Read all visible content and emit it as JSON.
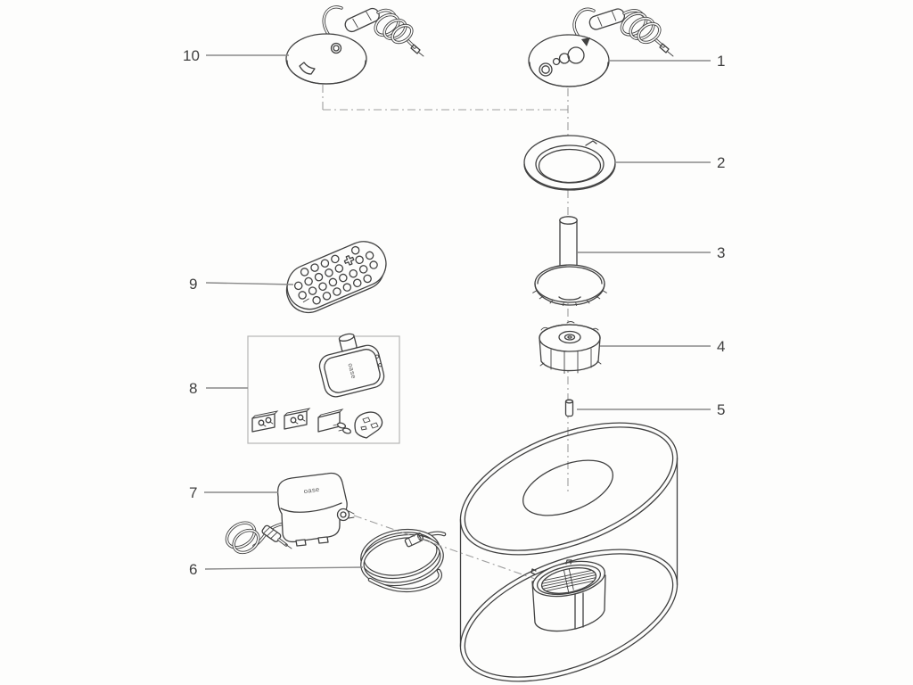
{
  "page": {
    "background_color": "#fdfdfc"
  },
  "diagram": {
    "type": "exploded-parts-diagram",
    "part_labels": [
      {
        "id": "1",
        "text": "1"
      },
      {
        "id": "2",
        "text": "2"
      },
      {
        "id": "3",
        "text": "3"
      },
      {
        "id": "4",
        "text": "4"
      },
      {
        "id": "5",
        "text": "5"
      },
      {
        "id": "6",
        "text": "6"
      },
      {
        "id": "7",
        "text": "7"
      },
      {
        "id": "8",
        "text": "8"
      },
      {
        "id": "9",
        "text": "9"
      },
      {
        "id": "10",
        "text": "10"
      }
    ],
    "brand_marks": {
      "power_adapter": "oase",
      "air_pump": "oase"
    },
    "colors": {
      "outline": "#414141",
      "leader_line": "#8a8a8a",
      "centerline": "#9e9e9e",
      "label_text": "#3f3f3f",
      "accessory_box_border": "#b5b5b5"
    }
  }
}
